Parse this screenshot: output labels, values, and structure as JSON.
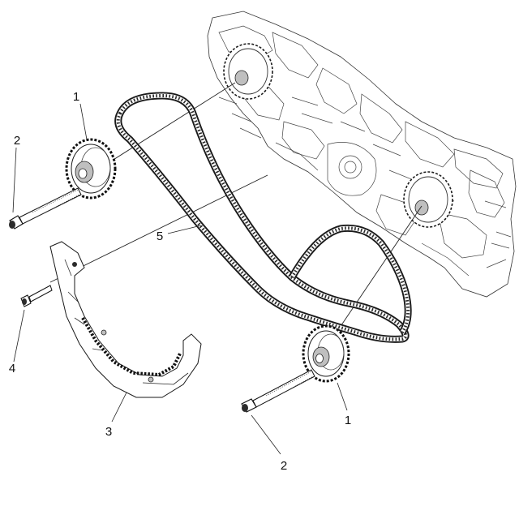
{
  "callouts": {
    "c1_top": "1",
    "c2_left": "2",
    "c5": "5",
    "c4": "4",
    "c3": "3",
    "c1_bottom": "1",
    "c2_bottom": "2"
  },
  "parts": [
    {
      "number": "1",
      "part": "sprocket"
    },
    {
      "number": "2",
      "part": "bolt"
    },
    {
      "number": "3",
      "part": "chain-guide"
    },
    {
      "number": "4",
      "part": "bolt"
    },
    {
      "number": "5",
      "part": "timing-chain"
    }
  ],
  "colors": {
    "line": "#1a1a1a",
    "background": "#ffffff"
  }
}
